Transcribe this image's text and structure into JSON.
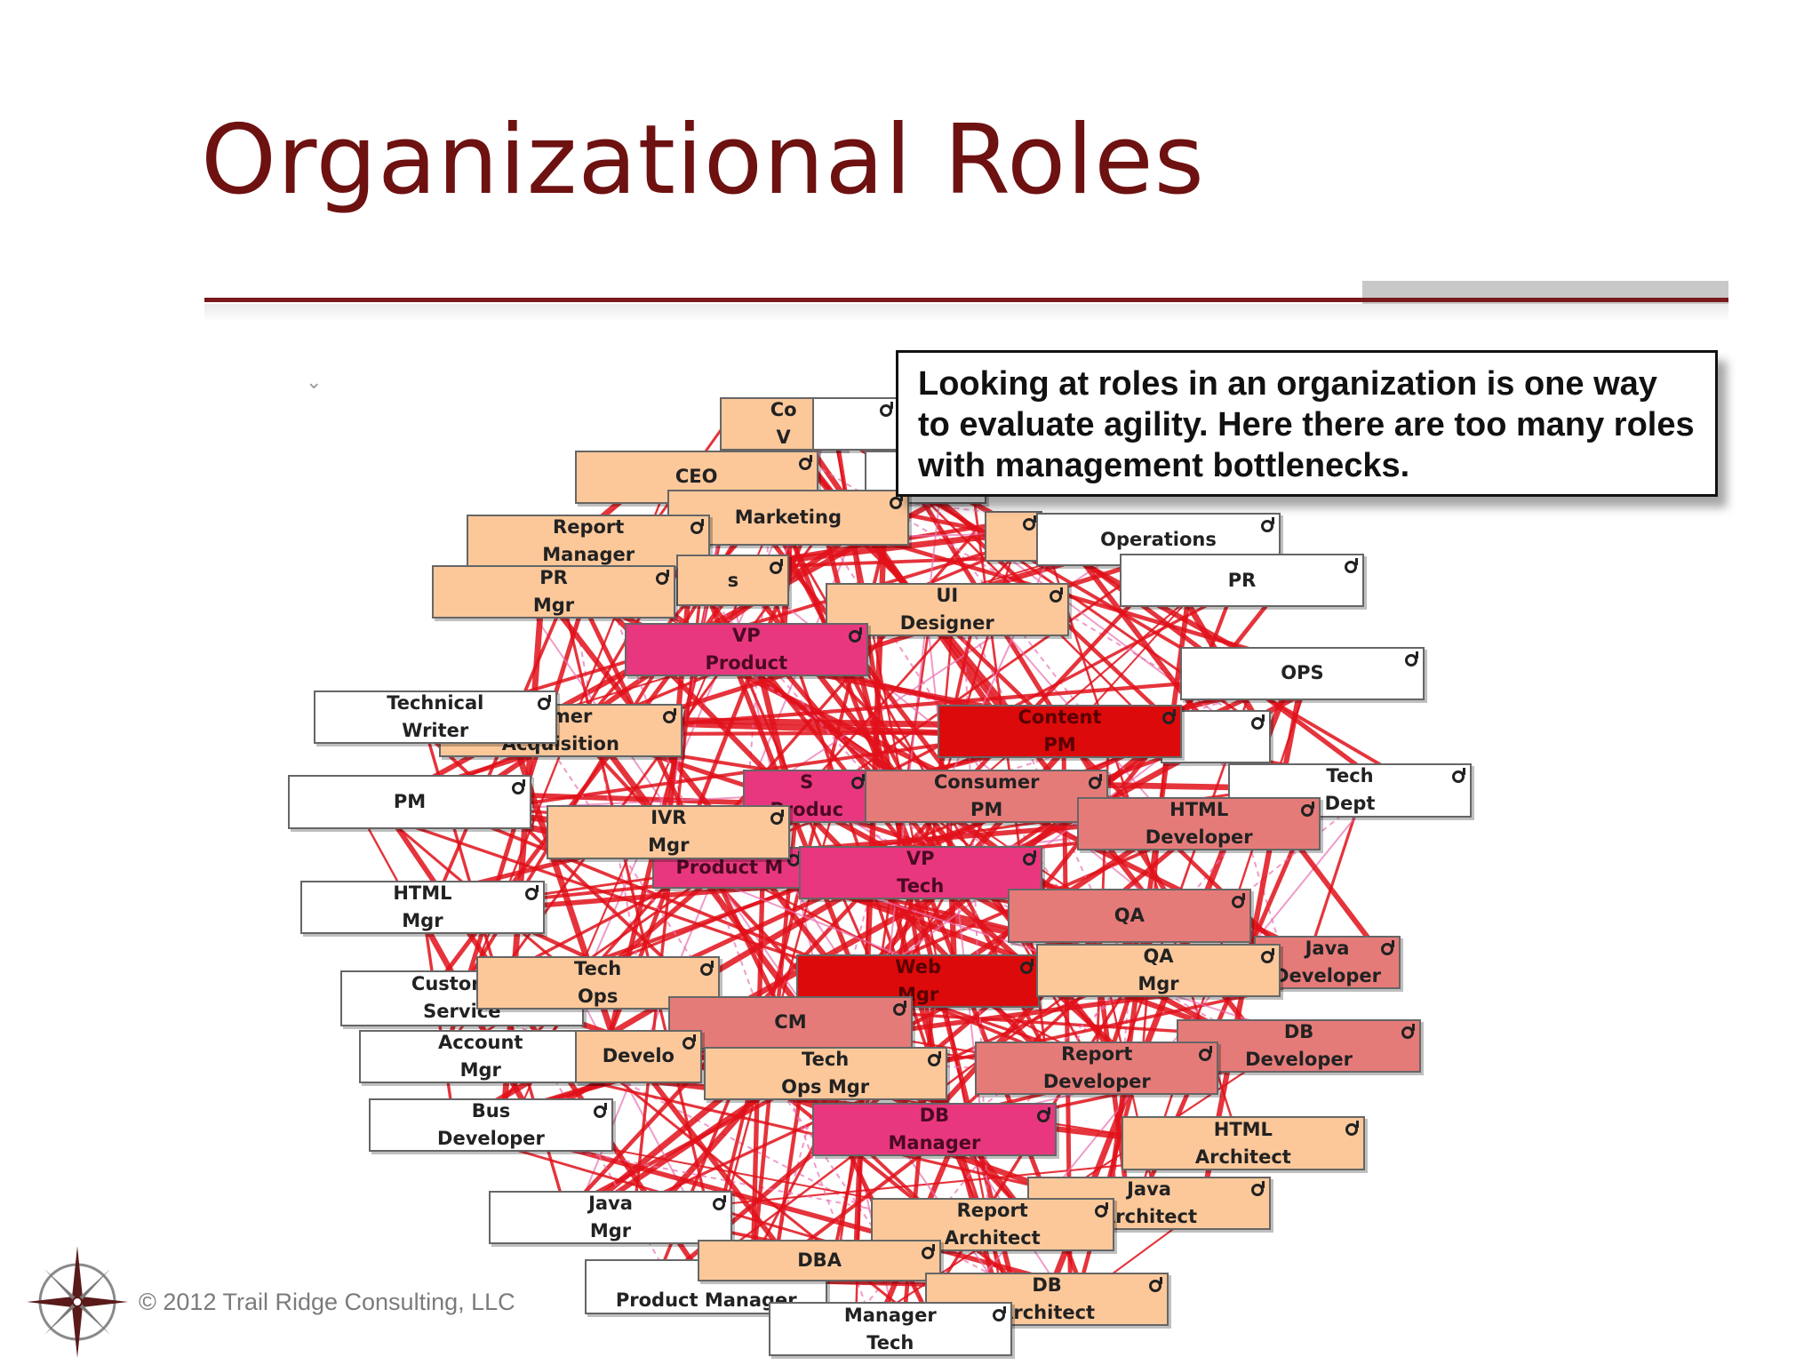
{
  "slide": {
    "title": "Organizational Roles"
  },
  "callout": {
    "text": "Looking at roles in an organization is one way to evaluate agility. Here there are too many roles with management bottlenecks."
  },
  "footer": {
    "copyright": "© 2012 Trail Ridge Consulting, LLC"
  },
  "colors": {
    "title": "#6e1111",
    "rule": "#7a1a1a",
    "edge": "#e0101a",
    "edge_light": "#e870b0",
    "white": "#ffffff",
    "peach": "#fcc89a",
    "pink": "#e9377f",
    "red": "#dc0a0a",
    "salmon": "#e57b79"
  },
  "network": {
    "nodes": [
      {
        "label": "Co\nV",
        "type": "peach"
      },
      {
        "label": "",
        "type": "white"
      },
      {
        "label": "CEO",
        "type": "peach"
      },
      {
        "label": "",
        "type": "white"
      },
      {
        "label": "Marketing",
        "type": "peach"
      },
      {
        "label": "",
        "type": "peach"
      },
      {
        "label": "Operations",
        "type": "white"
      },
      {
        "label": "Report\nManager",
        "type": "peach"
      },
      {
        "label": "s",
        "type": "peach"
      },
      {
        "label": "PR\nMgr",
        "type": "peach"
      },
      {
        "label": "PR",
        "type": "white"
      },
      {
        "label": "UI\nDesigner",
        "type": "peach"
      },
      {
        "label": "VP\nProduct",
        "type": "pink"
      },
      {
        "label": "OPS",
        "type": "white"
      },
      {
        "label": "tomer\nAcquisition",
        "type": "peach"
      },
      {
        "label": "Technical\nWriter",
        "type": "white"
      },
      {
        "label": "",
        "type": "white"
      },
      {
        "label": "Content\nPM",
        "type": "red"
      },
      {
        "label": "S\nProduc",
        "type": "pink"
      },
      {
        "label": "Consumer\nPM",
        "type": "salmon"
      },
      {
        "label": "Tech\nDept",
        "type": "white"
      },
      {
        "label": "PM",
        "type": "white"
      },
      {
        "label": "HTML\nDeveloper",
        "type": "salmon"
      },
      {
        "label": "Product M",
        "type": "pink"
      },
      {
        "label": "IVR\nMgr",
        "type": "peach"
      },
      {
        "label": "VP\nTech",
        "type": "pink"
      },
      {
        "label": "HTML\nMgr",
        "type": "white"
      },
      {
        "label": "QA",
        "type": "salmon"
      },
      {
        "label": "Java\nDeveloper",
        "type": "salmon"
      },
      {
        "label": "Customer\nService",
        "type": "white"
      },
      {
        "label": "Tech\nOps",
        "type": "peach"
      },
      {
        "label": "Web\nMgr",
        "type": "red"
      },
      {
        "label": "QA\nMgr",
        "type": "peach"
      },
      {
        "label": "CM",
        "type": "salmon"
      },
      {
        "label": "DB\nDeveloper",
        "type": "salmon"
      },
      {
        "label": "Account\nMgr",
        "type": "white"
      },
      {
        "label": "Develo",
        "type": "peach"
      },
      {
        "label": "Tech\nOps Mgr",
        "type": "peach"
      },
      {
        "label": "Report\nDeveloper",
        "type": "salmon"
      },
      {
        "label": "Bus\nDeveloper",
        "type": "white"
      },
      {
        "label": "DB\nManager",
        "type": "pink"
      },
      {
        "label": "HTML\nArchitect",
        "type": "peach"
      },
      {
        "label": "Java\nArchitect",
        "type": "peach"
      },
      {
        "label": "Java\nMgr",
        "type": "white"
      },
      {
        "label": "Report\nArchitect",
        "type": "peach"
      },
      {
        "label": "S\nProduct Manager",
        "type": "white"
      },
      {
        "label": "DBA",
        "type": "peach"
      },
      {
        "label": "DB\nArchitect",
        "type": "peach"
      },
      {
        "label": "Manager\nTech",
        "type": "white"
      }
    ]
  }
}
